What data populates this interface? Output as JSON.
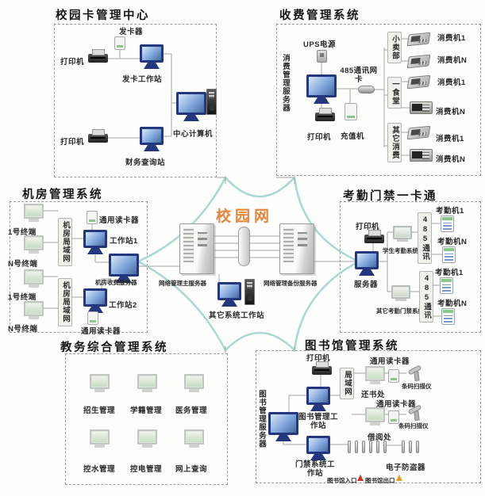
{
  "network": {
    "label": "校园网"
  },
  "colors": {
    "network_label": "#e8843c",
    "cloud_outline": "#a9d9d3",
    "entrance_arrow": "#cc3726",
    "exit_arrow": "#e39a2a"
  },
  "center": {
    "main_server": "网络管理主服务器",
    "backup_server": "网络管理备份服务器",
    "other_workstation": "其它系统工作站"
  },
  "campus_card": {
    "title": "校园卡管理中心",
    "card_issuer": "发卡器",
    "printer_top": "打印机",
    "issue_station": "发卡工作站",
    "center_computer": "中心计算机",
    "printer_bottom": "打印机",
    "finance_station": "财务查询站"
  },
  "fee": {
    "title": "收费管理系统",
    "server": "消费管理服务器",
    "ups": "UPS电源",
    "nic": "485通讯网卡",
    "printer": "打印机",
    "recharge": "充值机",
    "groups": [
      {
        "name": "小卖部",
        "machines": [
          "消费机1",
          "消费机N"
        ]
      },
      {
        "name": "一食堂",
        "machines": [
          "消费机1",
          "消费机N"
        ]
      },
      {
        "name": "其它消费",
        "machines": [
          "消费机1",
          "消费机N"
        ]
      }
    ]
  },
  "machine_room": {
    "title": "机房管理系统",
    "terminals": [
      "1号终端",
      "N号终端",
      "1号终端",
      "N号终端"
    ],
    "lan1": "机房局域网",
    "lan2": "机房局域网",
    "reader_top": "通用读卡器",
    "reader_bottom": "通用读卡器",
    "workstation1": "工作站1",
    "workstation2": "工作站2",
    "fee_server": "机房收费服务器"
  },
  "attendance": {
    "title": "考勤门禁一卡通",
    "printer": "打印机",
    "server": "服务器",
    "student_system": "学生考勤系统",
    "comm1": "485通讯",
    "comm2": "485通讯",
    "machine1a": "考勤机1",
    "machineNa": "考勤机N",
    "machine1b": "考勤机1",
    "machineNb": "考勤机N",
    "other_system": "其它考勤门禁系统"
  },
  "academic": {
    "title": "教务综合管理系统",
    "nodes": [
      "招生管理",
      "学籍管理",
      "医务管理",
      "控水管理",
      "控电管理",
      "网上查询"
    ]
  },
  "library": {
    "title": "图书馆管理系统",
    "printer": "打印机",
    "server": "图书管理服务器",
    "workstation": "图书管理工作站",
    "lan": "局域网",
    "reader1": "通用读卡器",
    "reader2": "通用读卡器",
    "return_desk": "还书处",
    "borrow_desk": "借阅处",
    "scanner1": "条码扫描仪",
    "scanner2": "条码扫描仪",
    "gate_workstation": "门禁系统工作站",
    "anti_theft": "电子防盗器",
    "entrance": "图书馆入口",
    "exit": "图书馆出口"
  }
}
